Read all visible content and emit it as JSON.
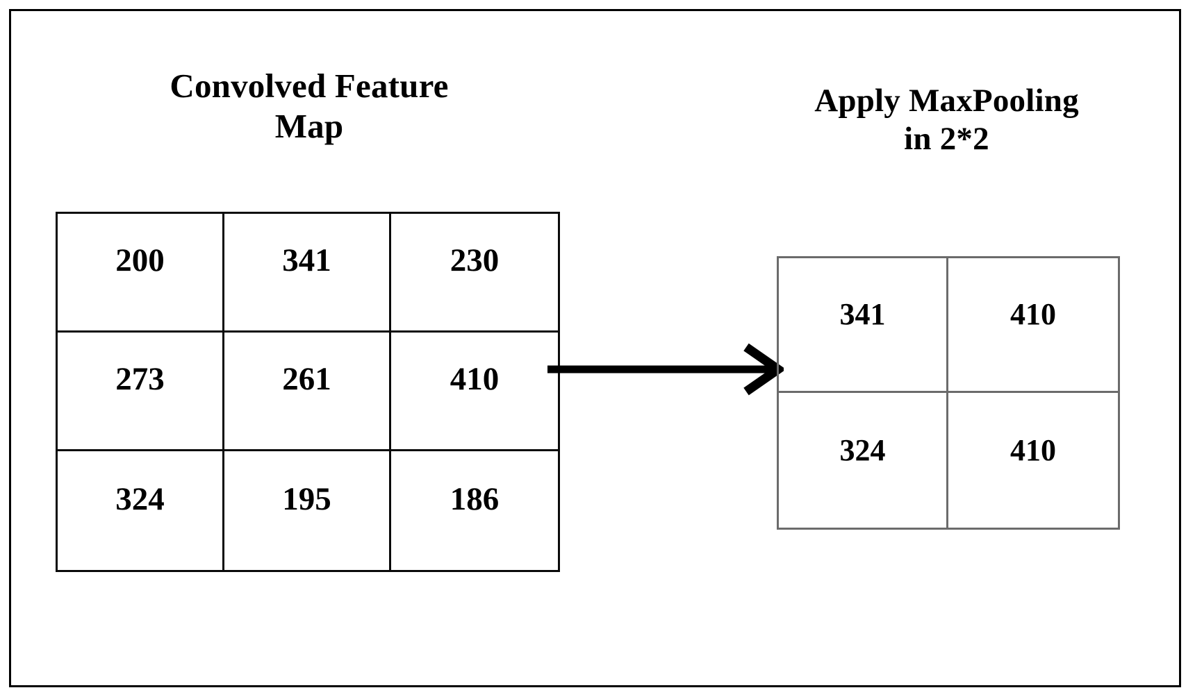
{
  "figure": {
    "background_color": "#ffffff",
    "frame_color": "#000000"
  },
  "left_panel": {
    "title_line1": "Convolved Feature",
    "title_line2": "Map",
    "grid_color": "#0a0a0a",
    "rows": 3,
    "cols": 3,
    "values": [
      [
        "200",
        "341",
        "230"
      ],
      [
        "273",
        "261",
        "410"
      ],
      [
        "324",
        "195",
        "186"
      ]
    ]
  },
  "right_panel": {
    "title_line1": "Apply MaxPooling",
    "title_line2": "in 2*2",
    "grid_color": "#6b6b6b",
    "rows": 2,
    "cols": 2,
    "values": [
      [
        "341",
        "410"
      ],
      [
        "324",
        "410"
      ]
    ]
  },
  "arrow": {
    "name": "flow-arrow",
    "color": "#000000",
    "direction": "right"
  },
  "chart_data": {
    "type": "table",
    "title": "Max pooling of a convolved feature map with a 2*2 window",
    "tables": [
      {
        "name": "Convolved Feature Map",
        "shape": [
          3,
          3
        ],
        "values": [
          [
            200,
            341,
            230
          ],
          [
            273,
            261,
            410
          ],
          [
            324,
            195,
            186
          ]
        ]
      },
      {
        "name": "Apply MaxPooling in 2*2",
        "shape": [
          2,
          2
        ],
        "values": [
          [
            341,
            410
          ],
          [
            324,
            410
          ]
        ]
      }
    ]
  }
}
